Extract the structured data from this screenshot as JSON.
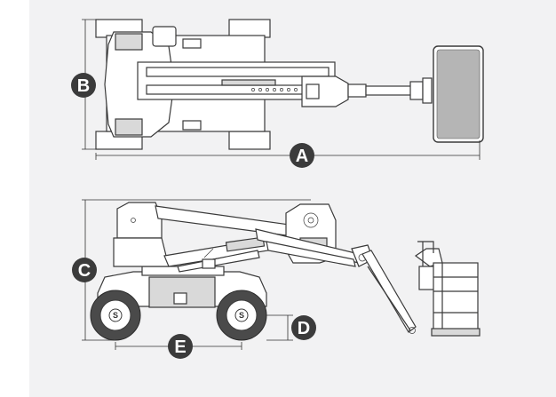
{
  "dimensions": {
    "a": {
      "label": "A"
    },
    "b": {
      "label": "B"
    },
    "c": {
      "label": "C"
    },
    "d": {
      "label": "D"
    },
    "e": {
      "label": "E"
    }
  },
  "wheel_logo": "S",
  "colors": {
    "line": "#3a3a3a",
    "badge": "#3b3b3b",
    "panel": "#f2f2f3",
    "platform": "#b5b5b5"
  }
}
